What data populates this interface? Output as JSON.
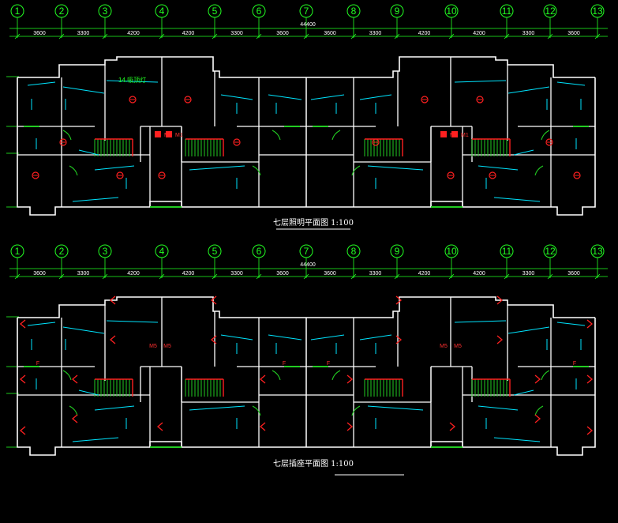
{
  "axes": [
    "1",
    "2",
    "3",
    "4",
    "5",
    "6",
    "7",
    "8",
    "9",
    "10",
    "11",
    "12",
    "13"
  ],
  "spans": [
    "3600",
    "3300",
    "4200",
    "4200",
    "3300",
    "3600",
    "3600",
    "3300",
    "4200",
    "4200",
    "3300",
    "3600"
  ],
  "total_dimension": "44400",
  "plans": [
    {
      "title": "七层照明平面图 1:100",
      "kind": "lighting"
    },
    {
      "title": "七层插座平面图 1:100",
      "kind": "socket"
    }
  ],
  "callouts": {
    "lighting_fixture": "14.吸顶灯"
  },
  "device_tags": {
    "stair_boxes": "M1",
    "corner_box": "F",
    "stair_socket_tag": "M5"
  },
  "colors": {
    "background": "#000000",
    "axis": "#22ff22",
    "wall": "#ffffff",
    "wiring": "#00e5ff",
    "device": "#ff2020",
    "stair": "#ff2020",
    "door": "#22cc22"
  }
}
